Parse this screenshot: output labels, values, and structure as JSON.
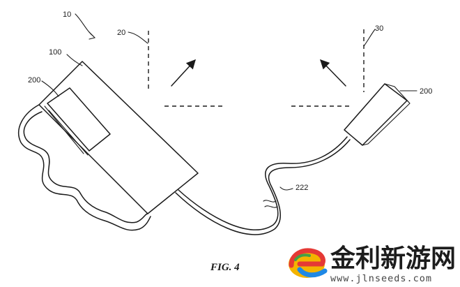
{
  "labels": {
    "system": "10",
    "housing": "100",
    "module_left": "200",
    "zone_left": "20",
    "zone_right": "30",
    "module_right": "200",
    "cable": "222"
  },
  "caption": "FIG. 4",
  "watermark": {
    "brand": "金利新游网",
    "url": "www.jlnseeds.com",
    "logo": "e-logo-icon"
  }
}
